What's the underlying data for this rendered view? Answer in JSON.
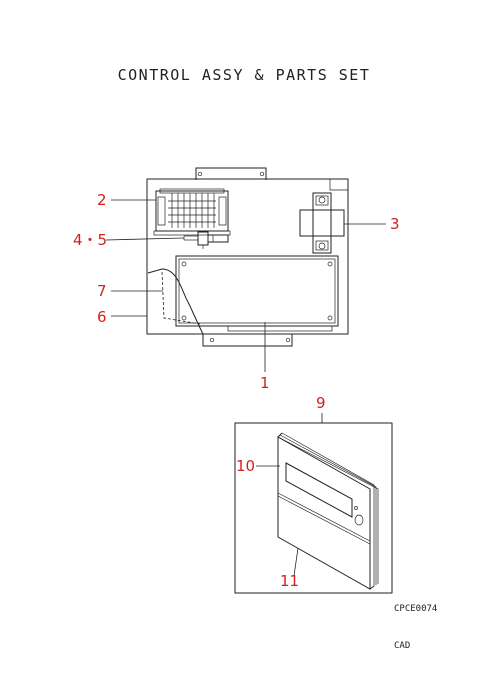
{
  "title": "CONTROL ASSY & PARTS SET",
  "callouts": {
    "c1": "1",
    "c2": "2",
    "c3": "3",
    "c45": "4・5",
    "c6": "6",
    "c7": "7",
    "c9": "9",
    "c10": "10",
    "c11": "11"
  },
  "codes": {
    "drawing_code": "CPCE0074",
    "cad": "CAD"
  },
  "colors": {
    "callout": "#d42020",
    "line": "#222222"
  }
}
